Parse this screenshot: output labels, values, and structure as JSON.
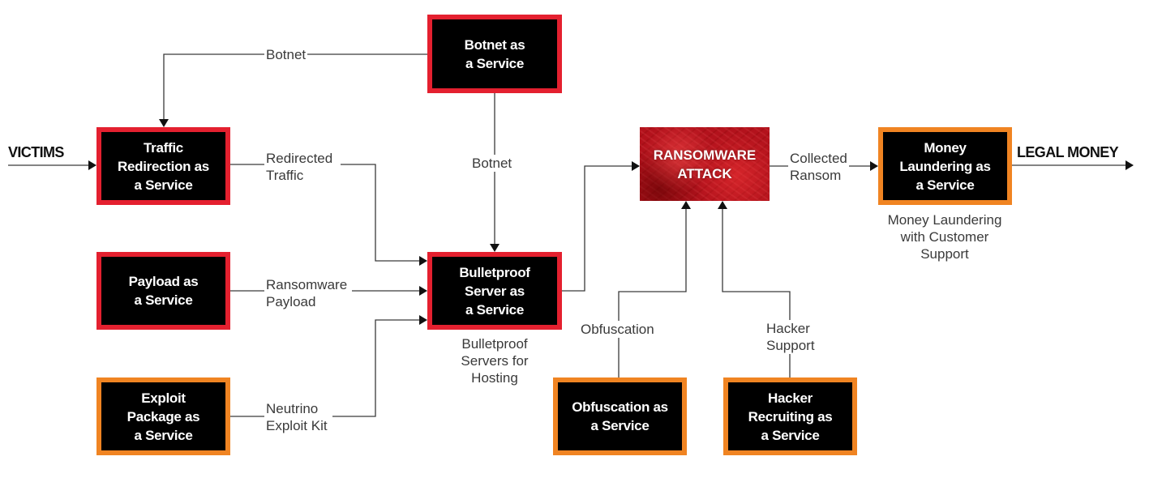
{
  "nodes": {
    "botnet": {
      "label": "Botnet as\na Service",
      "border_color": "#e4202f"
    },
    "traffic": {
      "label": "Traffic\nRedirection as\na Service",
      "border_color": "#e4202f"
    },
    "payload": {
      "label": "Payload as\na Service",
      "border_color": "#e4202f"
    },
    "exploit": {
      "label": "Exploit\nPackage as\na Service",
      "border_color": "#f08422"
    },
    "bulletproof": {
      "label": "Bulletproof\nServer as\na Service",
      "border_color": "#e4202f",
      "caption": "Bulletproof\nServers for\nHosting"
    },
    "ransomware": {
      "label": "RANSOMWARE\nATTACK",
      "fill_color": "#b3121c"
    },
    "money": {
      "label": "Money\nLaundering as\na Service",
      "border_color": "#f08422",
      "caption": "Money Laundering\nwith Customer\nSupport"
    },
    "obfuscation": {
      "label": "Obfuscation as\na Service",
      "border_color": "#f08422"
    },
    "hacker": {
      "label": "Hacker\nRecruiting as\na Service",
      "border_color": "#f08422"
    }
  },
  "endpoints": {
    "victims": "VICTIMS",
    "legal_money": "LEGAL MONEY"
  },
  "edges": {
    "botnet_to_traffic": "Botnet",
    "botnet_to_bulletproof": "Botnet",
    "traffic_to_bulletproof": "Redirected\nTraffic",
    "payload_to_bulletproof": "Ransomware\nPayload",
    "exploit_to_bulletproof": "Neutrino\nExploit Kit",
    "ransomware_to_money": "Collected\nRansom",
    "obfuscation_to_ransomware": "Obfuscation",
    "hacker_to_ransomware": "Hacker\nSupport"
  },
  "colors": {
    "line": "#3a3a3a",
    "red_border": "#e4202f",
    "orange_border": "#f08422",
    "box_fill": "#000000"
  }
}
